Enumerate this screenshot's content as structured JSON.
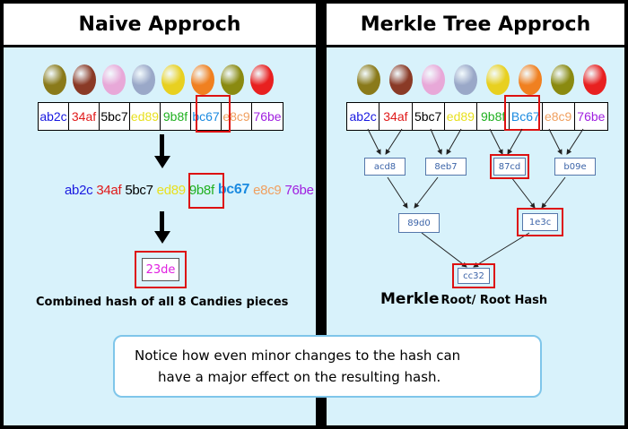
{
  "colors": {
    "panel_bg": "#d8f2fb",
    "highlight": "#dd1111",
    "node_text": "#3c64a8"
  },
  "left": {
    "title": "Naive Approch",
    "candies": [
      "#8a7a1a",
      "#8a3a26",
      "#e8a8d8",
      "#9aa8c8",
      "#e8d020",
      "#f08020",
      "#8a8a10",
      "#e82020"
    ],
    "hashes": [
      {
        "text": "ab2c",
        "color": "#1a1ae0"
      },
      {
        "text": "34af",
        "color": "#e01a1a"
      },
      {
        "text": "5bc7",
        "color": "#000000"
      },
      {
        "text": "ed89",
        "color": "#e8e020"
      },
      {
        "text": "9b8f",
        "color": "#20b020"
      },
      {
        "text": "bc67",
        "color": "#1a8ae0"
      },
      {
        "text": "e8c9",
        "color": "#f0a060"
      },
      {
        "text": "76be",
        "color": "#a020e0"
      }
    ],
    "combined_hash": "23de",
    "combined_color": "#e020e0",
    "caption": "Combined hash of all 8 Candies pieces"
  },
  "right": {
    "title": "Merkle Tree Approch",
    "candies": [
      "#8a7a1a",
      "#8a3a26",
      "#e8a8d8",
      "#9aa8c8",
      "#e8d020",
      "#f08020",
      "#8a8a10",
      "#e82020"
    ],
    "hashes": [
      {
        "text": "ab2c",
        "color": "#1a1ae0"
      },
      {
        "text": "34af",
        "color": "#e01a1a"
      },
      {
        "text": "5bc7",
        "color": "#000000"
      },
      {
        "text": "ed89",
        "color": "#e8e020"
      },
      {
        "text": "9b8f",
        "color": "#20b020"
      },
      {
        "text": "Bc67",
        "color": "#1a8ae0"
      },
      {
        "text": "e8c9",
        "color": "#f0a060"
      },
      {
        "text": "76be",
        "color": "#a020e0"
      }
    ],
    "level1": [
      "acd8",
      "8eb7",
      "87cd",
      "b09e"
    ],
    "level2": [
      "89d0",
      "1e3c"
    ],
    "root": "cc32",
    "caption_big": "Merkle",
    "caption_small": "Root/ Root Hash"
  },
  "notice": {
    "line1": "Notice how even minor changes to the hash can",
    "line2": "have a major effect on the resulting hash."
  }
}
